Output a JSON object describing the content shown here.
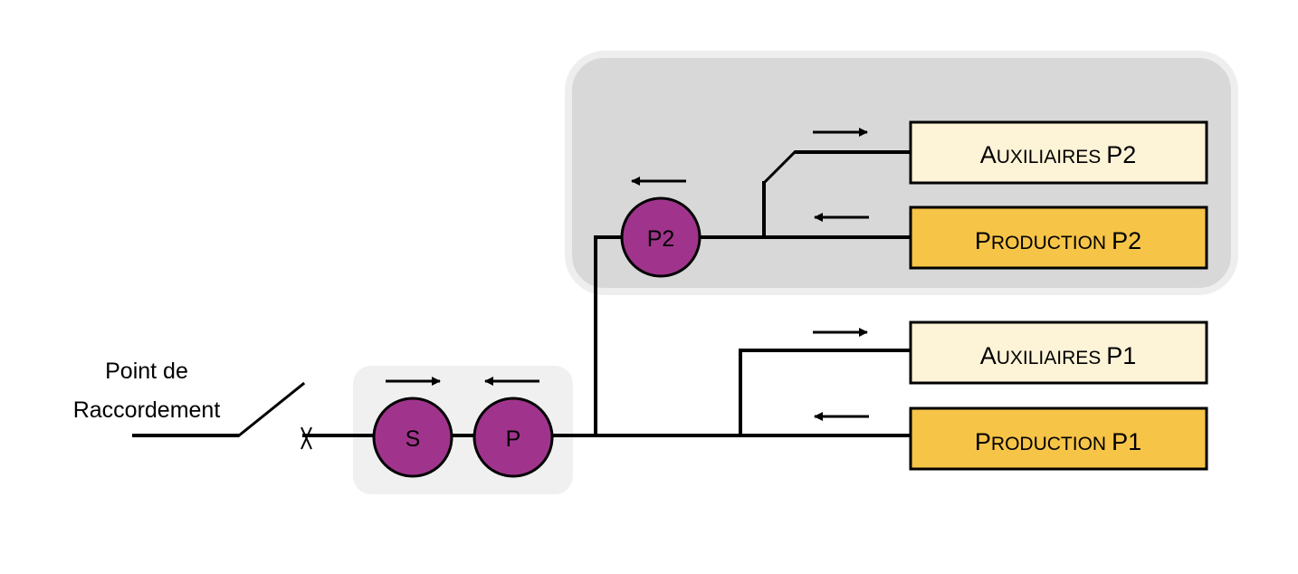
{
  "point_label_line1": "Point de",
  "point_label_line2": "Raccordement",
  "meters": {
    "s": "S",
    "p": "P",
    "p2": "P2"
  },
  "boxes": {
    "aux_p2": {
      "first": "A",
      "rest": "UXILIAIRES",
      "suffix": "P2"
    },
    "prod_p2": {
      "first": "P",
      "rest": "RODUCTION",
      "suffix": "P2"
    },
    "aux_p1": {
      "first": "A",
      "rest": "UXILIAIRES",
      "suffix": "P1"
    },
    "prod_p1": {
      "first": "P",
      "rest": "RODUCTION",
      "suffix": "P1"
    }
  },
  "colors": {
    "meter_fill": "#a0348c",
    "aux_fill": "#fdf3d7",
    "prod_fill": "#f6c447",
    "p2_zone": "#d8d8d8",
    "meter_zone": "#f0f0f0",
    "line": "#000000"
  }
}
